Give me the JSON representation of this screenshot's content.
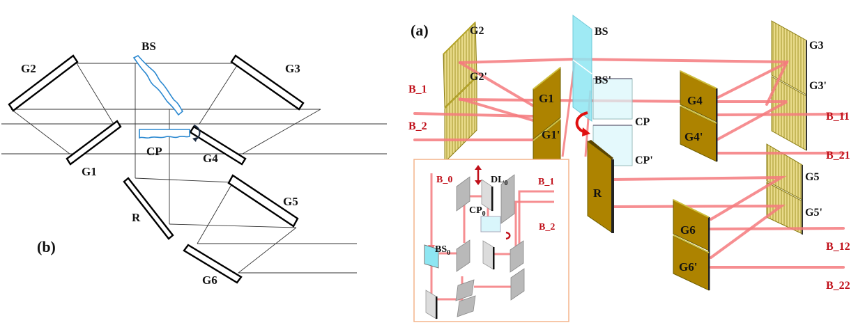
{
  "figure": {
    "panel_a": {
      "label": "(a)",
      "components": {
        "G2": "G2",
        "G2p": "G2'",
        "G1": "G1",
        "G1p": "G1'",
        "BS": "BS",
        "BSp": "BS'",
        "CP": "CP",
        "CPp": "CP'",
        "R": "R",
        "G3": "G3",
        "G3p": "G3'",
        "G4": "G4",
        "G4p": "G4'",
        "G5": "G5",
        "G5p": "G5'",
        "G6": "G6",
        "G6p": "G6'"
      },
      "beams": {
        "B1": "B_1",
        "B2": "B_2",
        "B11": "B_11",
        "B21": "B_21",
        "B12": "B_12",
        "B22": "B_22"
      },
      "inset": {
        "B0": "B_0",
        "DL0": "DL",
        "DL0_sub": "0",
        "CP0": "CP",
        "CP0_sub": "0",
        "BS0": "BS",
        "BS0_sub": "0",
        "B1": "B_1",
        "B2": "B_2"
      }
    },
    "panel_b": {
      "label": "(b)",
      "components": {
        "G1": "G1",
        "G2": "G2",
        "G3": "G3",
        "G4": "G4",
        "G5": "G5",
        "G6": "G6",
        "BS": "BS",
        "CP": "CP",
        "R": "R"
      }
    },
    "colors": {
      "beam": "#f47a7e",
      "beam_label": "#c0101a",
      "grating_gold": "#ad8300",
      "grating_ruled": "#e9db8a",
      "beamsplitter": "#8ee6f2",
      "inset_border": "#f4b48a",
      "panel_b_optic": "#2a88d0"
    }
  }
}
